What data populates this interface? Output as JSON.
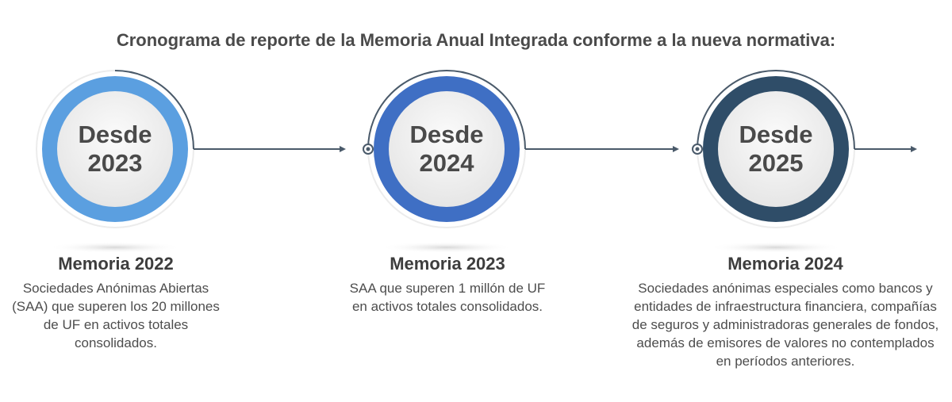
{
  "title": "Cronograma de reporte de la Memoria Anual Integrada conforme a la nueva normativa:",
  "steps": [
    {
      "year_line1": "Desde",
      "year_line2": "2023",
      "heading": "Memoria 2022",
      "body": "Sociedades Anónimas Abiertas (SAA) que superen los 20 millones de UF en activos totales consolidados.",
      "ring_color": "#5b9fe0"
    },
    {
      "year_line1": "Desde",
      "year_line2": "2024",
      "heading": "Memoria 2023",
      "body": "SAA que superen 1 millón de UF en activos totales consolidados.",
      "ring_color": "#3f6fc4"
    },
    {
      "year_line1": "Desde",
      "year_line2": "2025",
      "heading": "Memoria 2024",
      "body": "Sociedades anónimas especiales como bancos y entidades de infraestructura financiera, compañías de seguros y administradoras generales de fondos, además de emisores de valores no contemplados en períodos anteriores.",
      "ring_color": "#2f4d68"
    }
  ],
  "colors": {
    "connector": "#4a5a6a",
    "inner_disc": "#f1f1f1",
    "outer_ring": "#e9e9e9"
  }
}
